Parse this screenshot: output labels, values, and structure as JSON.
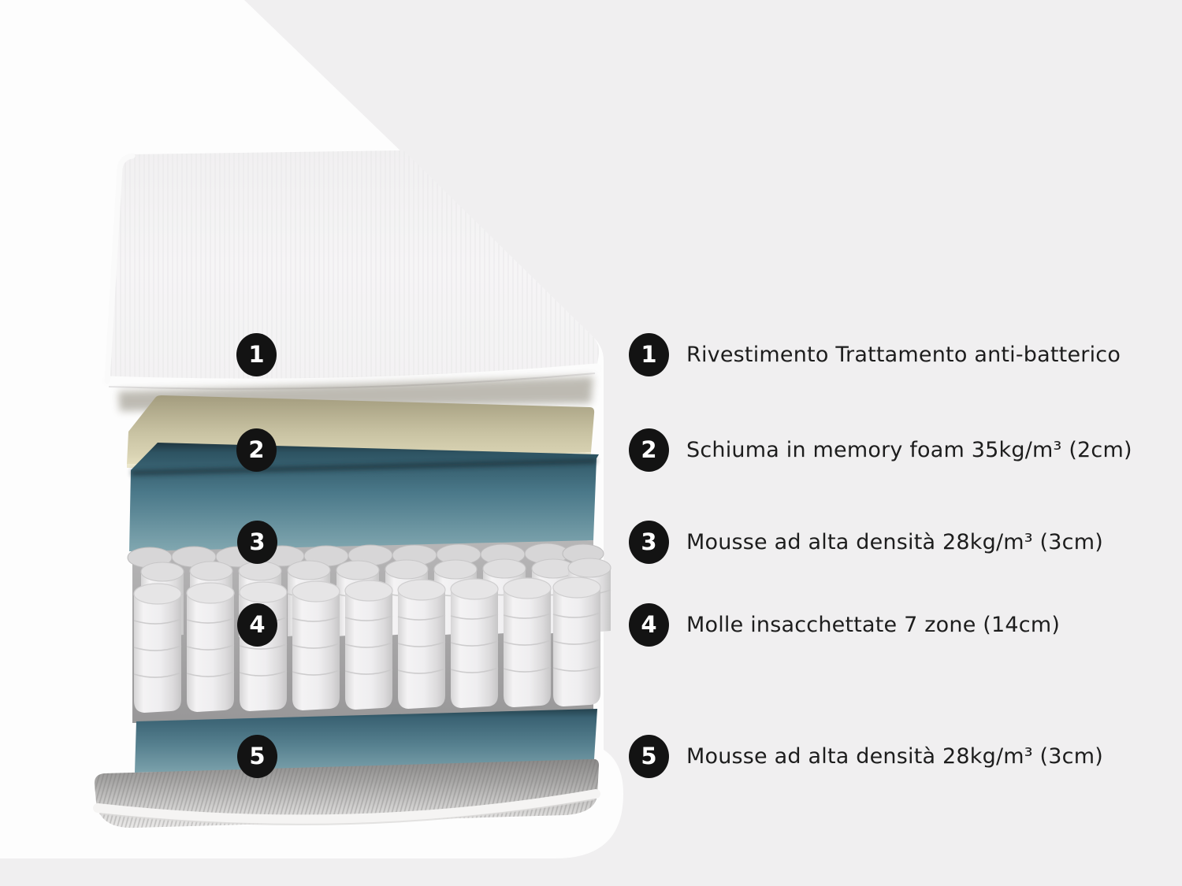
{
  "page": {
    "background_color": "#f0eff0",
    "photo_background_color": "#fdfdfd"
  },
  "legend": {
    "items": [
      {
        "number": "1",
        "label": "Rivestimento Trattamento anti-batterico"
      },
      {
        "number": "2",
        "label": "Schiuma in memory foam 35kg/m³ (2cm)"
      },
      {
        "number": "3",
        "label": "Mousse ad alta densità 28kg/m³ (3cm)"
      },
      {
        "number": "4",
        "label": "Molle insacchettate 7 zone (14cm)"
      },
      {
        "number": "5",
        "label": "Mousse ad alta densità 28kg/m³ (3cm)"
      }
    ]
  },
  "diagram": {
    "subject": "mattress cross-section exploded view",
    "layers": [
      {
        "name": "top-cover",
        "color": "#f5f4f5"
      },
      {
        "name": "memory-foam",
        "color": "#d5cfaf"
      },
      {
        "name": "high-density-foam-top",
        "color": "#4a7889"
      },
      {
        "name": "pocket-springs",
        "color": "#efeef0"
      },
      {
        "name": "high-density-foam-bottom",
        "color": "#557f8e"
      },
      {
        "name": "base-cover",
        "color": "#c6c5c4"
      }
    ],
    "marker_color": "#131313",
    "marker_text_color": "#ffffff"
  }
}
